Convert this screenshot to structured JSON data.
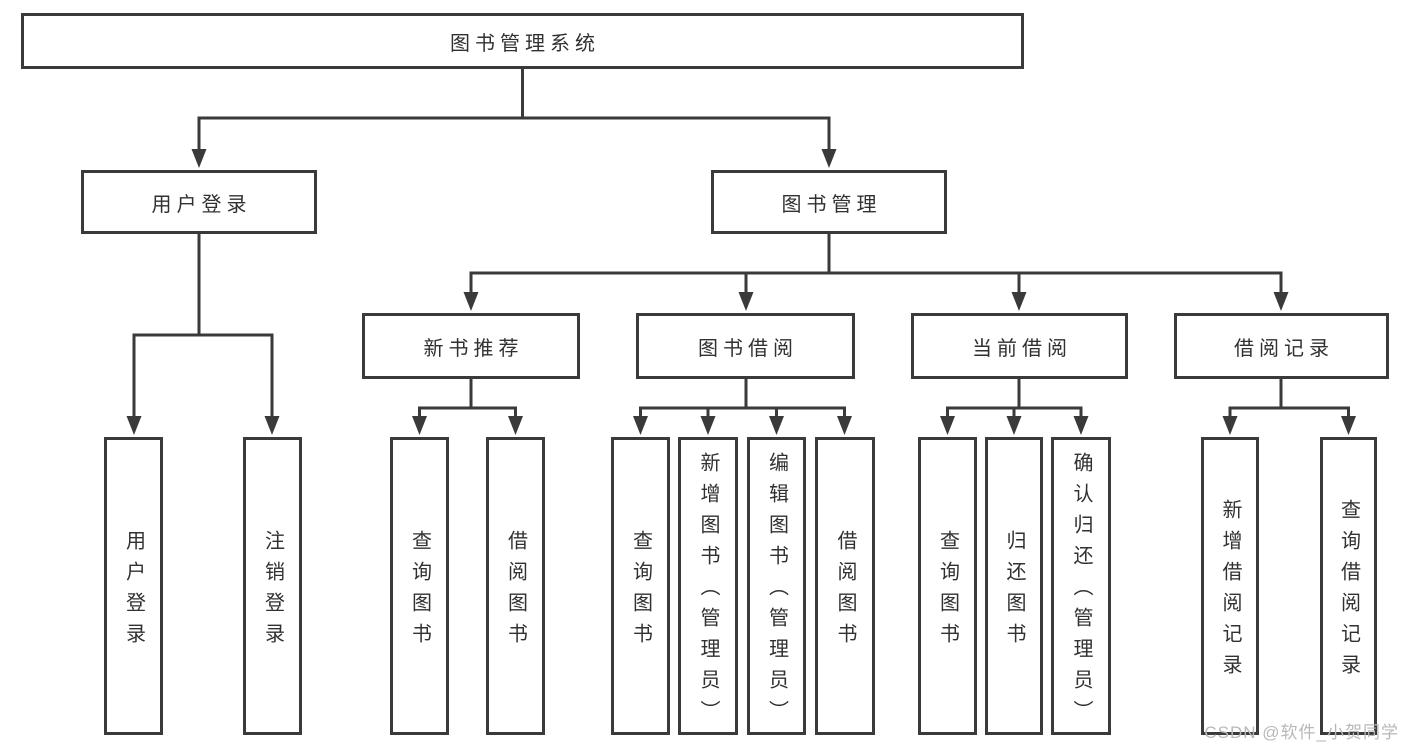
{
  "diagram": {
    "title_node": "图书管理系统",
    "root": {
      "label": "图书管理系统"
    },
    "branches": [
      {
        "label": "用户登录",
        "children": [
          {
            "label": "用户登录"
          },
          {
            "label": "注销登录"
          }
        ]
      },
      {
        "label": "图书管理",
        "children": [
          {
            "label": "新书推荐",
            "children": [
              {
                "label": "查询图书"
              },
              {
                "label": "借阅图书"
              }
            ]
          },
          {
            "label": "图书借阅",
            "children": [
              {
                "label": "查询图书"
              },
              {
                "label": "新增图书（管理员）"
              },
              {
                "label": "编辑图书（管理员）"
              },
              {
                "label": "借阅图书"
              }
            ]
          },
          {
            "label": "当前借阅",
            "children": [
              {
                "label": "查询图书"
              },
              {
                "label": "归还图书"
              },
              {
                "label": "确认归还（管理员）"
              }
            ]
          },
          {
            "label": "借阅记录",
            "children": [
              {
                "label": "新增借阅记录"
              },
              {
                "label": "查询借阅记录"
              }
            ]
          }
        ]
      }
    ]
  },
  "watermark": {
    "text": "CSDN @软件_小贺同学",
    "color": "#b8b8b8"
  },
  "colors": {
    "line": "#3a3a3a",
    "text": "#313131",
    "background": "#ffffff"
  }
}
